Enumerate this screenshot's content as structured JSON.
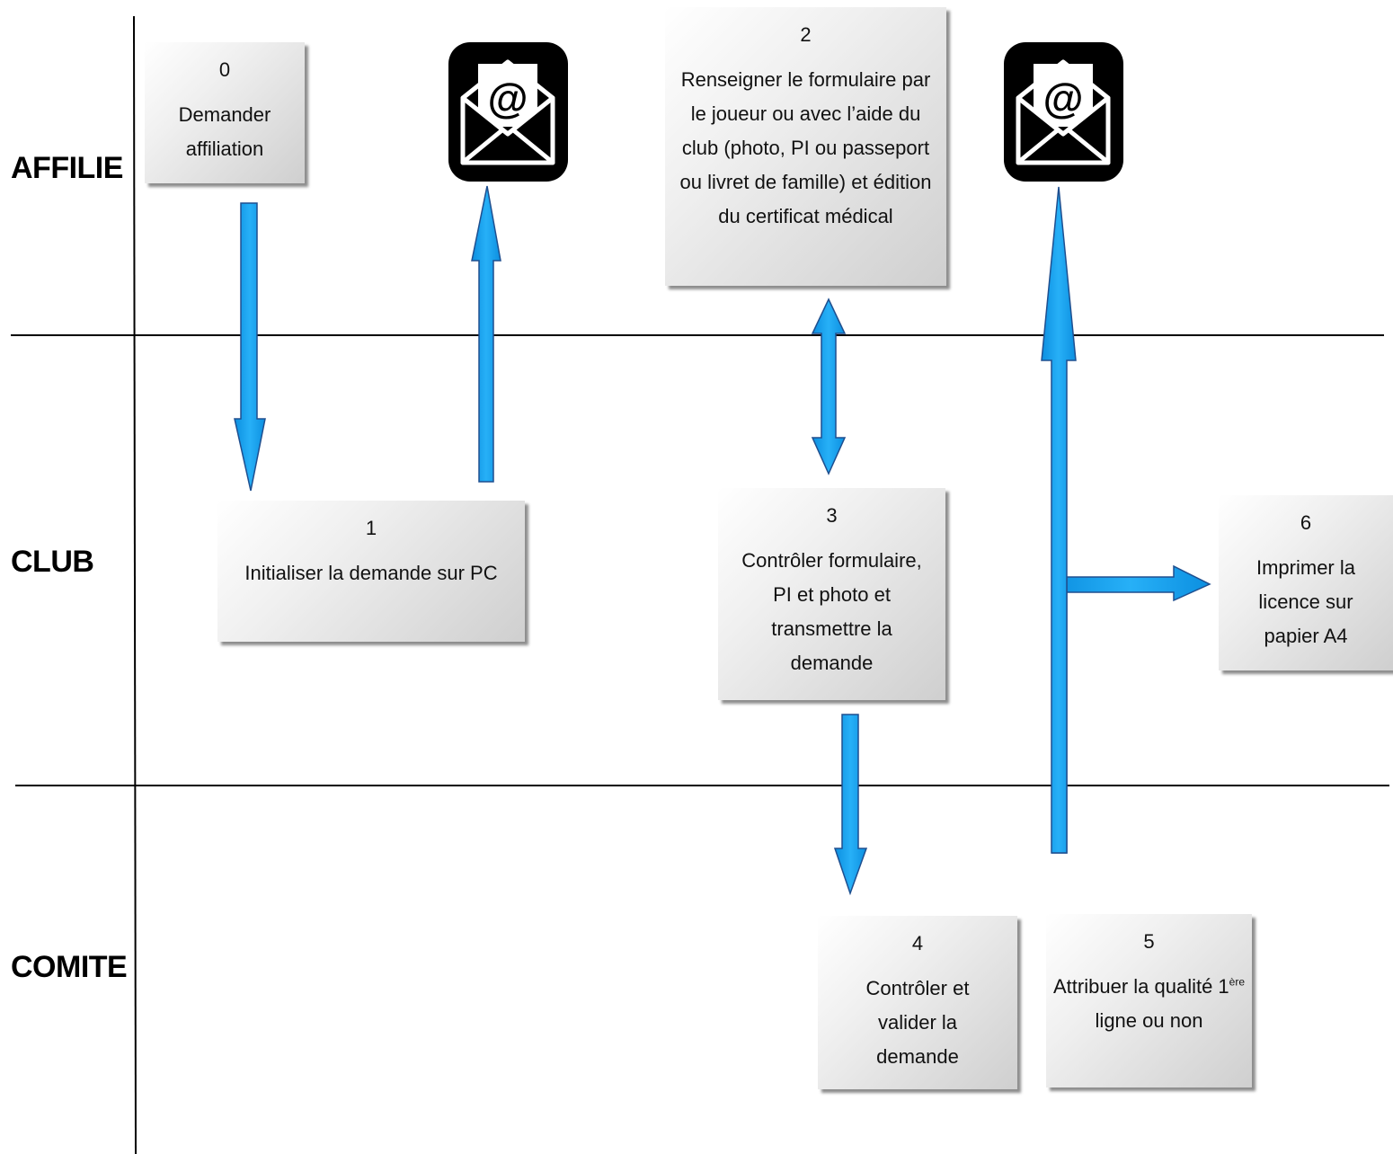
{
  "lanes": {
    "affilie": "AFFILIE",
    "club": "CLUB",
    "comite": "COMITE"
  },
  "steps": {
    "s0": {
      "num": "0",
      "text": "Demander affiliation"
    },
    "s1": {
      "num": "1",
      "text": "Initialiser la demande sur PC"
    },
    "s2": {
      "num": "2",
      "text": "Renseigner le formulaire par le joueur ou avec l’aide du club (photo, PI ou passeport ou livret de famille) et édition du certificat médical"
    },
    "s3": {
      "num": "3",
      "text": "Contrôler formulaire, PI et photo et transmettre la demande"
    },
    "s4": {
      "num": "4",
      "text": "Contrôler et valider la demande"
    },
    "s5": {
      "num": "5",
      "text_before": "Attribuer la qualité 1",
      "sup": "ère",
      "text_after": " ligne ou non"
    },
    "s6": {
      "num": "6",
      "text": "Imprimer la licence sur papier A4"
    }
  },
  "icons": {
    "mail1": "email-envelope-icon",
    "mail2": "email-envelope-icon"
  },
  "colors": {
    "arrow_fill": "#1aa3f0",
    "arrow_stroke": "#1f4f8f",
    "icon_bg": "#000000"
  }
}
